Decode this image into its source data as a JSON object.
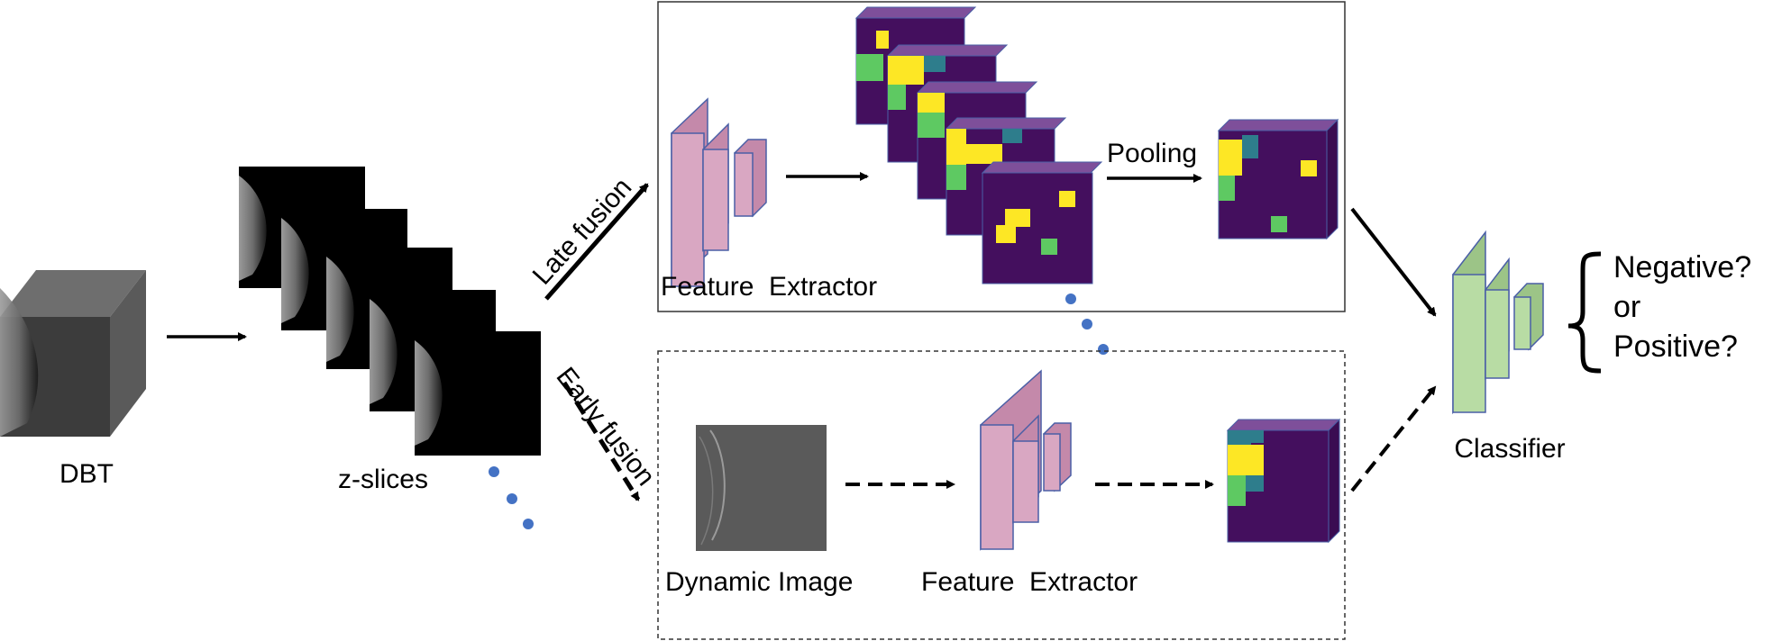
{
  "labels": {
    "dbt": "DBT",
    "z_slices": "z-slices",
    "late_fusion": "Late fusion",
    "early_fusion": "Early fusion",
    "feature_extractor_top": "Feature  Extractor",
    "pooling": "Pooling",
    "dynamic_image": "Dynamic Image",
    "feature_extractor_bottom": "Feature  Extractor",
    "classifier": "Classifier",
    "negative": "Negative?",
    "or": "or",
    "positive": "Positive?"
  },
  "colors": {
    "cnn_pink": "#d9a7c2",
    "cnn_pink_side": "#c489aa",
    "cnn_green": "#b8dca4",
    "cnn_green_side": "#9cc487",
    "outline": "#4a5fa6",
    "viridis_purple": "#440f5e",
    "viridis_yellow": "#fde725",
    "viridis_green": "#5ec962",
    "viridis_teal": "#2e7d8c",
    "dot_blue": "#4472c4",
    "cube_front": "#3c3c3c",
    "cube_side": "#5a5a5a",
    "cube_top": "#6e6e6e"
  }
}
